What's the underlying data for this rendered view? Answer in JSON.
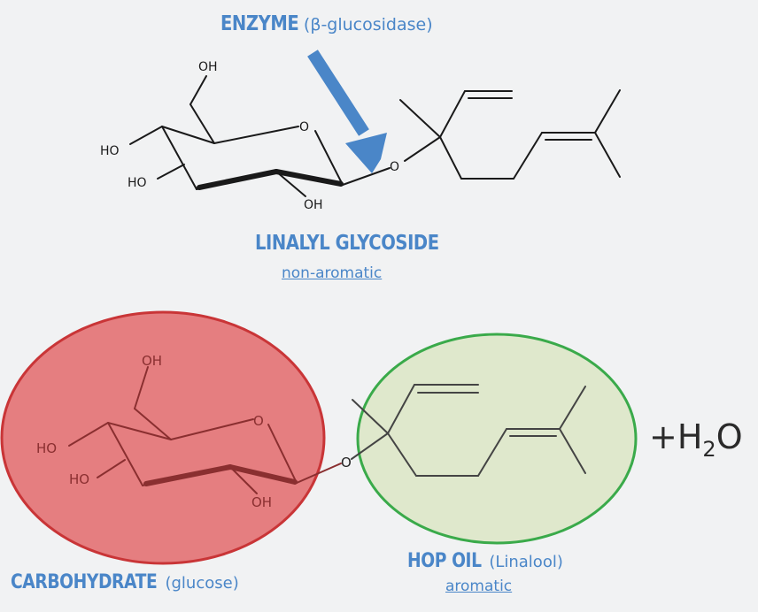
{
  "colors": {
    "background": "#f1f2f3",
    "label_blue": "#4a86c8",
    "arrow_blue": "#4a86c8",
    "bond_black": "#1a1a1a",
    "carb_fill": "#e57e80",
    "carb_stroke": "#c93537",
    "carb_bond": "#8a2f30",
    "oil_fill": "#dfe8cc",
    "oil_stroke": "#3aaa4a",
    "oil_bond": "#444444"
  },
  "labels": {
    "enzyme_bold": "ENZYME",
    "enzyme_light": "(β-glucosidase)",
    "glycoside_title": "LINALYL GLYCOSIDE",
    "glycoside_sub": "non-aromatic",
    "carb_bold": "CARBOHYDRATE",
    "carb_light": "(glucose)",
    "oil_bold": "HOP OIL",
    "oil_light": "(Linalool)",
    "oil_sub": "aromatic"
  },
  "top_molecule": {
    "atoms": {
      "oh_top": "OH",
      "ring_o": "O",
      "ho_left": "HO",
      "ho_low": "HO",
      "oh_bottom": "OH",
      "link_o": "O"
    }
  },
  "bottom_molecule": {
    "atoms": {
      "oh_top": "OH",
      "ring_o": "O",
      "ho_left": "HO",
      "ho_low": "HO",
      "oh_bottom": "OH",
      "link_o": "O"
    },
    "water": {
      "prefix": "+H",
      "subscript": "2",
      "suffix": "O"
    }
  }
}
